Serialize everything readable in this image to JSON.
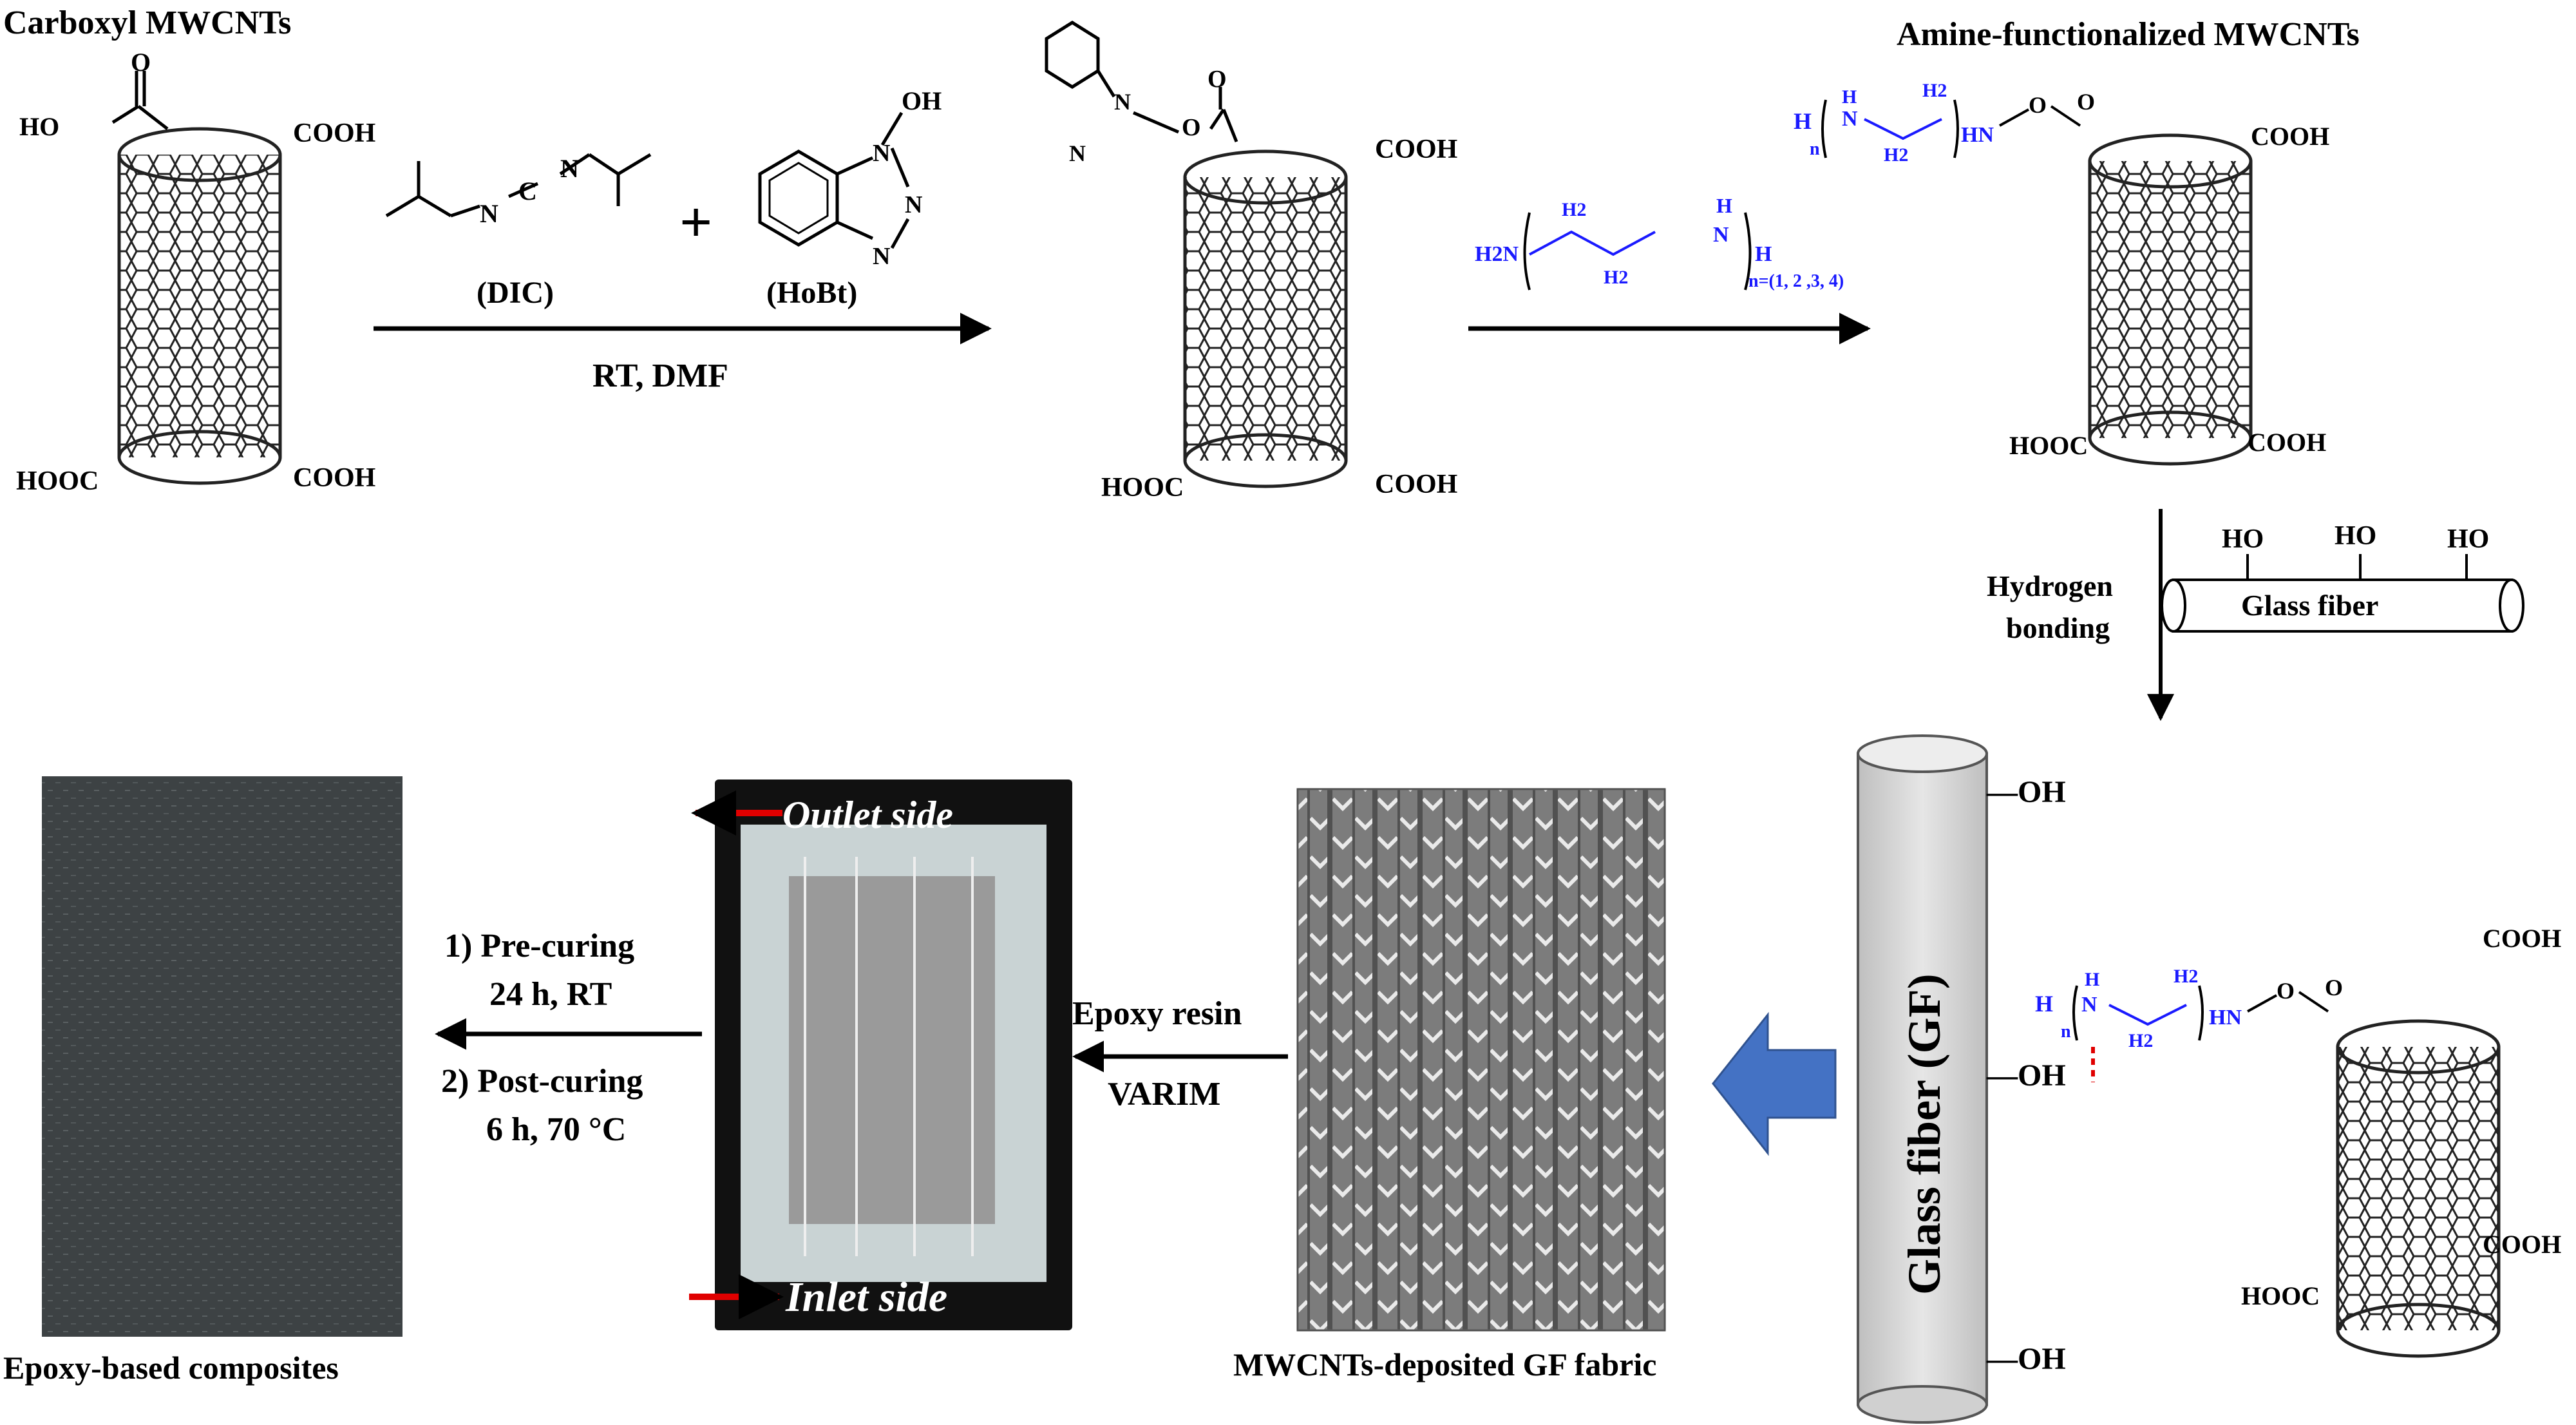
{
  "titles": {
    "carboxyl": "Carboxyl MWCNTs",
    "amine": "Amine-functionalized MWCNTs"
  },
  "reagents": {
    "dic": "(DIC)",
    "hobt": "(HoBt)",
    "plus": "+",
    "conditions": "RT, DMF",
    "oh": "OH",
    "n_atom": "N",
    "c_atom": "C"
  },
  "groups": {
    "cooh": "COOH",
    "hooc": "HOOC",
    "ho": "HO",
    "oh_glass": "—OH",
    "o": "O",
    "o_link": "O",
    "n": "N",
    "hn": "HN",
    "h2n": "H2N",
    "h": "H",
    "h2": "H2",
    "n_label": "n",
    "n_range": "n=(1, 2 ,3, 4)"
  },
  "steps": {
    "hydrogen": "Hydrogen",
    "bonding": "bonding",
    "glass_fiber": "Glass fiber",
    "gf_vertical": "Glass fiber (GF)",
    "epoxy_resin": "Epoxy resin",
    "varim": "VARIM",
    "precuring": "1) Pre-curing",
    "precuring_cond": "24 h, RT",
    "postcuring": "2) Post-curing",
    "postcuring_cond": "6 h, 70 °C",
    "outlet": "Outlet side",
    "inlet": "Inlet side"
  },
  "captions": {
    "composites": "Epoxy-based composites",
    "fabric": "MWCNTs-deposited GF fabric"
  },
  "colors": {
    "blue": "#1a1aff",
    "red": "#e00000",
    "arrow_blue": "#4472c4",
    "tube": "#d9d9d9"
  }
}
